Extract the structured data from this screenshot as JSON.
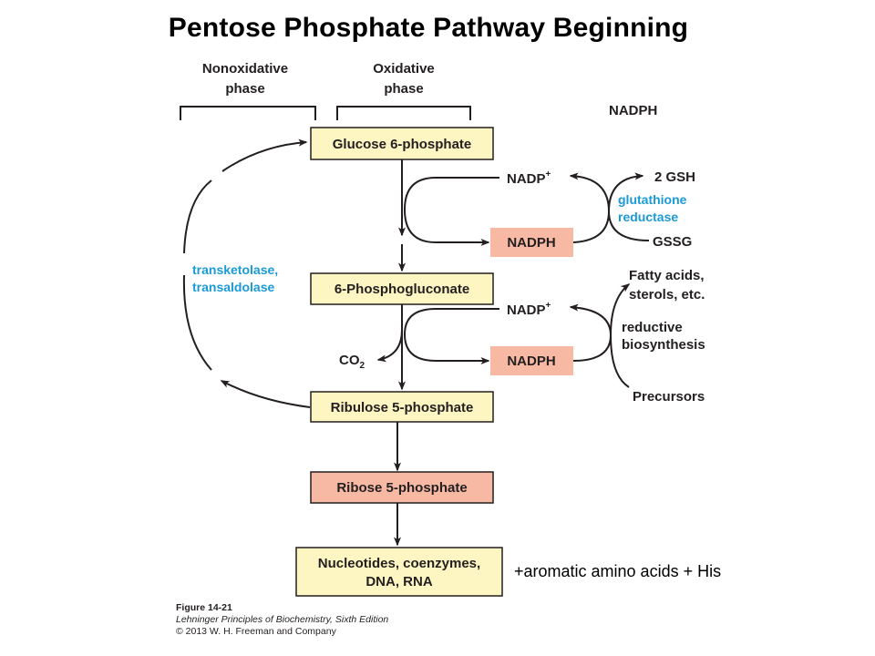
{
  "title": "Pentose Phosphate Pathway Beginning",
  "phases": {
    "nonoxidative_line1": "Nonoxidative",
    "nonoxidative_line2": "phase",
    "oxidative_line1": "Oxidative",
    "oxidative_line2": "phase"
  },
  "nadph_header": "NADPH",
  "boxes": {
    "glucose6p": "Glucose 6-phosphate",
    "phosphogluconate": "6-Phosphogluconate",
    "ribulose5p": "Ribulose 5-phosphate",
    "ribose5p": "Ribose 5-phosphate",
    "nucleotides_line1": "Nucleotides, coenzymes,",
    "nucleotides_line2": "DNA, RNA",
    "nadph": "NADPH"
  },
  "labels": {
    "nadp": "NADP",
    "nadp_sup": "+",
    "two_gsh": "2 GSH",
    "gssg": "GSSG",
    "glutathione_line1": "glutathione",
    "glutathione_line2": "reductase",
    "fatty_line1": "Fatty acids,",
    "fatty_line2": "sterols, etc.",
    "reductive_line1": "reductive",
    "reductive_line2": "biosynthesis",
    "precursors": "Precursors",
    "co2": "CO",
    "co2_sub": "2",
    "transketolase_line1": "transketolase,",
    "transketolase_line2": "transaldolase"
  },
  "annotation": "+aromatic amino acids + His",
  "caption": {
    "figure": "Figure 14-21",
    "book": "Lehninger Principles of Biochemistry, Sixth Edition",
    "copyright": "© 2013 W. H. Freeman and Company"
  },
  "colors": {
    "yellow_box": "#fdf6c3",
    "salmon_box": "#f7b9a4",
    "enzyme_blue": "#1a9ad6",
    "line": "#231f20"
  }
}
